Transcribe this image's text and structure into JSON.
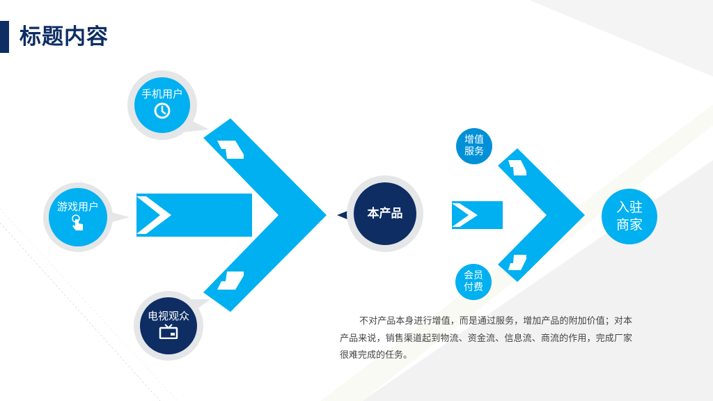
{
  "slide": {
    "title": "标题内容"
  },
  "nodes": {
    "mobile_users": {
      "label": "手机用户",
      "icon": "clock-icon"
    },
    "game_users": {
      "label": "游戏用户",
      "icon": "touch-hand-icon"
    },
    "tv_viewers": {
      "label": "电视观众",
      "icon": "tv-icon"
    },
    "product": {
      "label": "本产品"
    },
    "value_added": {
      "label": "增值服务"
    },
    "membership": {
      "label": "会员付费"
    },
    "merchants": {
      "label": "入驻商家"
    }
  },
  "description": "不对产品本身进行增值，而是通过服务，增加产品的附加价值；对本产品来说，销售渠道起到物流、资金流、信息流、商流的作用，完成厂家很难完成的任务。",
  "colors": {
    "accent": "#00b0f0",
    "dark": "#0d2d63",
    "gray_ring": "#e5e6e8"
  }
}
